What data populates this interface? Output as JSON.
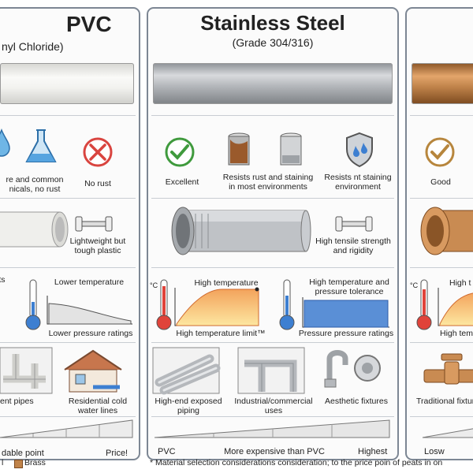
{
  "pvc": {
    "title": "PVC",
    "subtitle": "nyl Chloride)",
    "corrosion_label": "re and common\nnicals, no rust",
    "no_rust_label": "No rust",
    "weight_label": "Lightweight but\ntough plastic",
    "temp_fragment": "its",
    "temp_label": "Lower temperature",
    "pressure_label": "Lower pressure ratings",
    "app_label_1": "ent pipes",
    "app_label_2": "Residential cold\nwater lines",
    "cost_left": "dable point",
    "cost_right": "Price!",
    "legend_mark": "l",
    "legend_label": "Brass"
  },
  "stainless": {
    "title": "Stainless Steel",
    "subtitle": "(Grade 304/316)",
    "rating_label": "Excellent",
    "corrosion_label": "Resists rust and staining\nin most environments",
    "corrosion2_label": "Resists nt staining\nenvironment",
    "strength_label": "High tensile strength\nand rigidity",
    "temp_unit": "°C",
    "temp_label": "High temperature",
    "temp_limit_label": "High temperature limit™",
    "pressure_title": "High temperature and\npressure tolerance",
    "pressure_label": "Pressure pressure ratings",
    "app_label_1": "High-end exposed\npiping",
    "app_label_2": "Industrial/commercial\nuses",
    "app_label_3": "Aesthetic fixtures",
    "cost_left": "PVC",
    "cost_mid": "More expensive than PVC",
    "cost_right": "Highest"
  },
  "brass": {
    "rating_label": "Good",
    "temp_unit": "°C",
    "temp_label": "High t",
    "temp_label_2": "High temp",
    "app_label": "Traditional fixtur",
    "cost_left": "Losw"
  },
  "footnote": "* Material selection considerations consideration; to the price poin of peats in on",
  "colors": {
    "border": "#7d8794",
    "pvc_pipe": "#e9e9e6",
    "steel_pipe": "#a7abaf",
    "brass_pipe": "#c0834a",
    "check_green": "#3f9a3d",
    "no_red": "#d9443f",
    "heat_orange": "#f3a35c",
    "heat_yellow": "#fde7a1",
    "pressure_blue": "#5a8fd6",
    "thermo_red": "#e0433a",
    "thermo_blue": "#3d7fd1"
  }
}
